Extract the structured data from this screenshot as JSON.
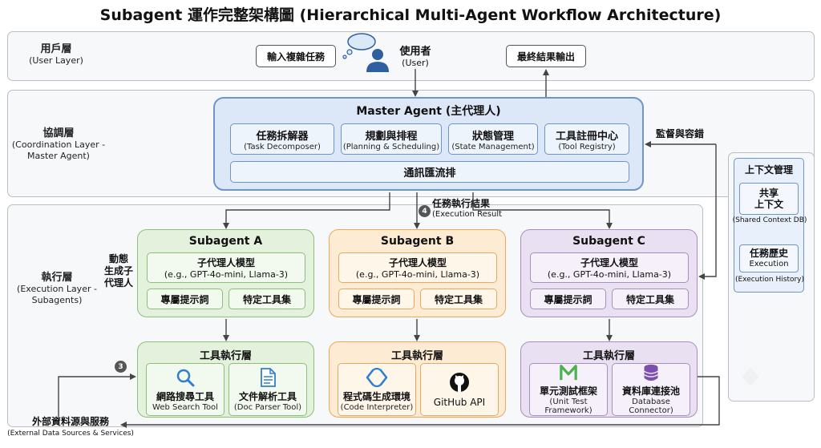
{
  "title": "Subagent 運作完整架構圖 (Hierarchical Multi-Agent Workflow Architecture)",
  "user_layer": {
    "label_zh": "用戶層",
    "label_en": "(User Layer)",
    "input_task": "輸入複雜任務",
    "user_zh": "使用者",
    "user_en": "(User)",
    "final_output": "最終結果輸出"
  },
  "coordination_layer": {
    "label_zh": "協調層",
    "label_en_1": "(Coordination Layer -",
    "label_en_2": "Master Agent)",
    "master_title": "Master Agent (主代理人)",
    "modules": [
      {
        "zh": "任務拆解器",
        "en": "(Task Decomposer)"
      },
      {
        "zh": "規劃與排程",
        "en": "(Planning & Scheduling)"
      },
      {
        "zh": "狀態管理",
        "en": "(State Management)"
      },
      {
        "zh": "工具註冊中心",
        "en": "(Tool Registry)"
      }
    ],
    "comm": "通訊匯流排",
    "monitor": "監督與容錯"
  },
  "execution_layer": {
    "label_zh": "執行層",
    "label_en_1": "(Execution Layer -",
    "label_en_2": "Subagents)",
    "dynamic_1": "動態",
    "dynamic_2": "生成子",
    "dynamic_3": "代理人",
    "result_badge": "4",
    "result_zh": "任務執行結果",
    "result_en": "(Execution Result",
    "external_badge": "3",
    "external_zh": "外部資料源與服務",
    "external_en": "(External Data Sources & Services)",
    "subagents": [
      {
        "name": "Subagent A",
        "model_zh": "子代理人模型",
        "model_en": "(e.g., GPT-4o-mini, Llama-3)",
        "prompt": "專屬提示詞",
        "toolset": "特定工具集",
        "tool_layer": "工具執行層",
        "tools": [
          {
            "zh": "網路搜尋工具",
            "en": "Web Search Tool",
            "icon": "magnifier-icon"
          },
          {
            "zh": "文件解析工具",
            "en": "(Doc Parser Tool)",
            "icon": "document-icon"
          }
        ]
      },
      {
        "name": "Subagent B",
        "model_zh": "子代理人模型",
        "model_en": "(e.g., GPT-4o-mini, Llama-3)",
        "prompt": "專屬提示詞",
        "toolset": "特定工具集",
        "tool_layer": "工具執行層",
        "tools": [
          {
            "zh": "程式碼生成環境",
            "en": "(Code Interpreter)",
            "icon": "code-arrows-icon"
          },
          {
            "zh": "",
            "en": "GitHub API",
            "icon": "github-icon"
          }
        ]
      },
      {
        "name": "Subagent C",
        "model_zh": "子代理人模型",
        "model_en": "(e.g., GPT-4o-mini, Llama-3)",
        "prompt": "專屬提示詞",
        "toolset": "特定工具集",
        "tool_layer": "工具執行層",
        "tools": [
          {
            "zh": "單元測試框架",
            "en": "(Unit Test Framework)",
            "icon": "m-logo-icon"
          },
          {
            "zh": "資料庫連接池",
            "en": "Database Connector)",
            "icon": "database-icon"
          }
        ]
      }
    ]
  },
  "context_panel": {
    "title": "上下文管理",
    "shared_1": "共享",
    "shared_2": "上下文",
    "shared_en": "(Shared Context DB)",
    "history_zh": "任務歷史",
    "history_en_1": "Execution",
    "history_en_2": "(Execution History)"
  },
  "colors": {
    "blue": "#dce8f8",
    "green": "#e4f1dc",
    "orange": "#fdebd4",
    "purple": "#e9e1f1",
    "accent_icon": "#2f7fd0"
  }
}
